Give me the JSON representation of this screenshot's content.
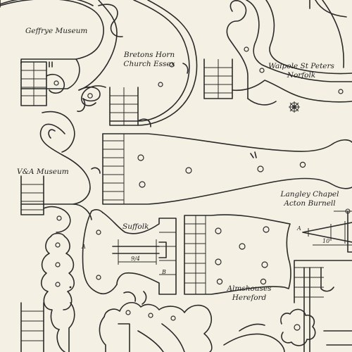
{
  "labels": {
    "geffrye": "Geffrye Museum",
    "bretons_1": "Bretons Horn",
    "bretons_2": "Church Essex",
    "walpole_1": "Walpole St Peters",
    "walpole_2": "Norfolk",
    "va": "V&A Museum",
    "langley_1": "Langley Chapel",
    "langley_2": "Acton Burnell",
    "suffolk": "Suffolk",
    "almshouses_1": "Almshouses",
    "almshouses_2": "Hereford"
  },
  "annotations": {
    "section_a1": "A",
    "section_a2": "A",
    "section_b": "B",
    "dim_suffolk": "9/4",
    "dim_right": "10"
  }
}
